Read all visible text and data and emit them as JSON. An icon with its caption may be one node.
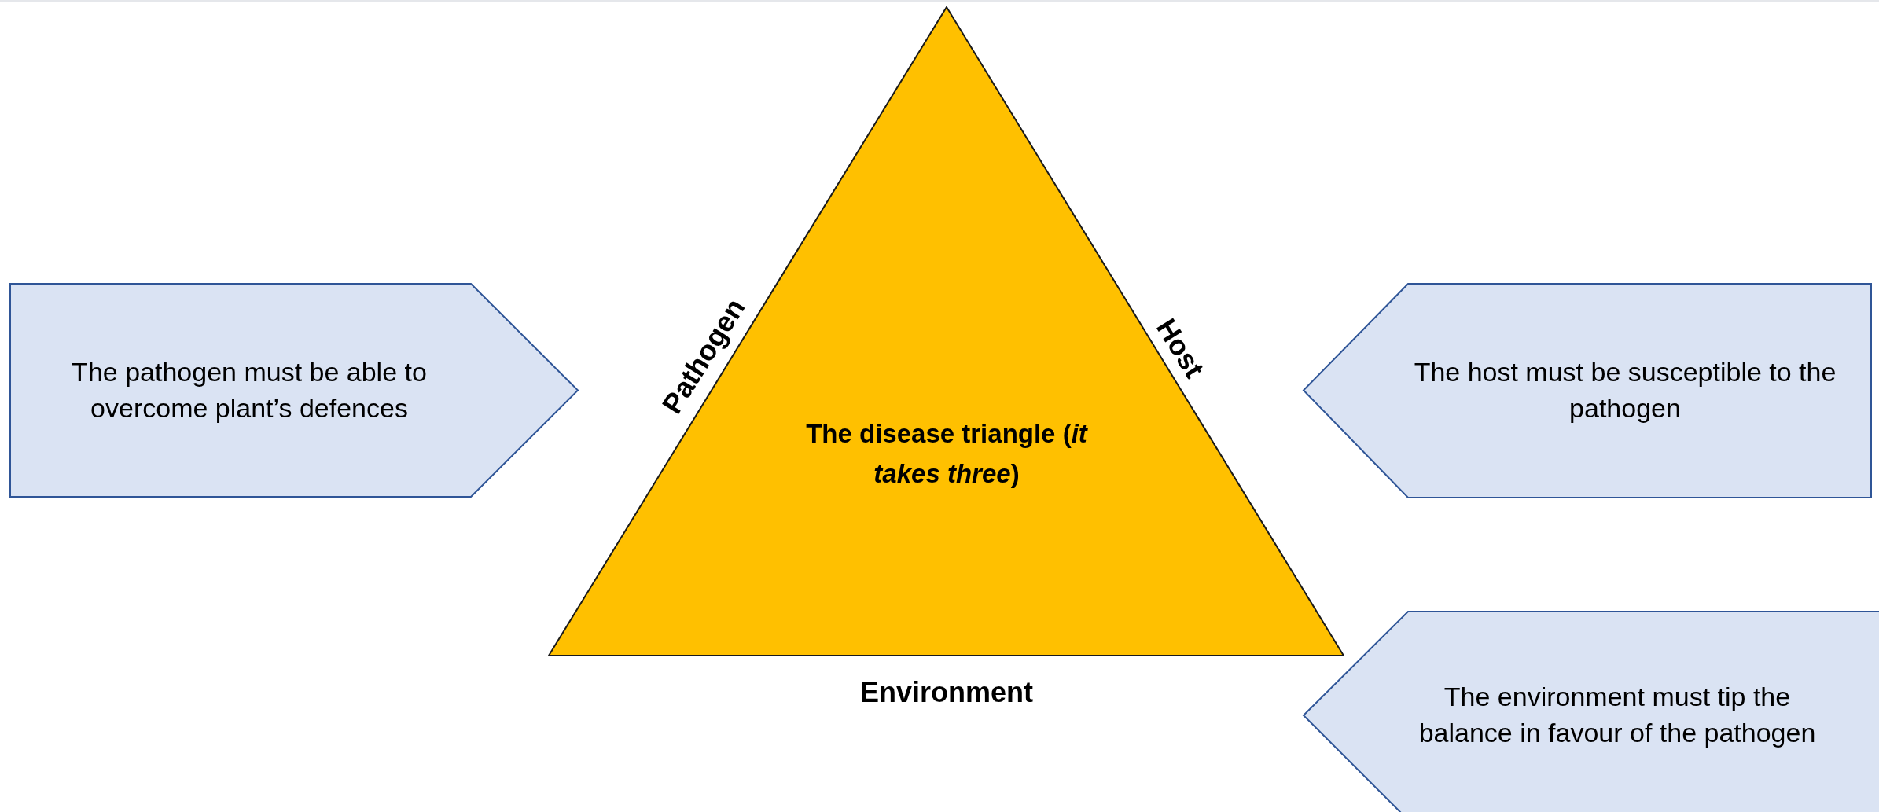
{
  "diagram": {
    "nodes": [
      {
        "text": [
          "The disease triangle (*it takes three*)"
        ]
      },
      {
        "text": [
          "The pathogen must be able to overcome plant’s defences"
        ]
      },
      {
        "text": [
          "The host must be susceptible to the pathogen"
        ]
      },
      {
        "text": [
          "The environment must tip the balance in favour of the pathogen"
        ]
      }
    ],
    "labels": [
      "Pathogen",
      "Host",
      "Environment"
    ]
  }
}
